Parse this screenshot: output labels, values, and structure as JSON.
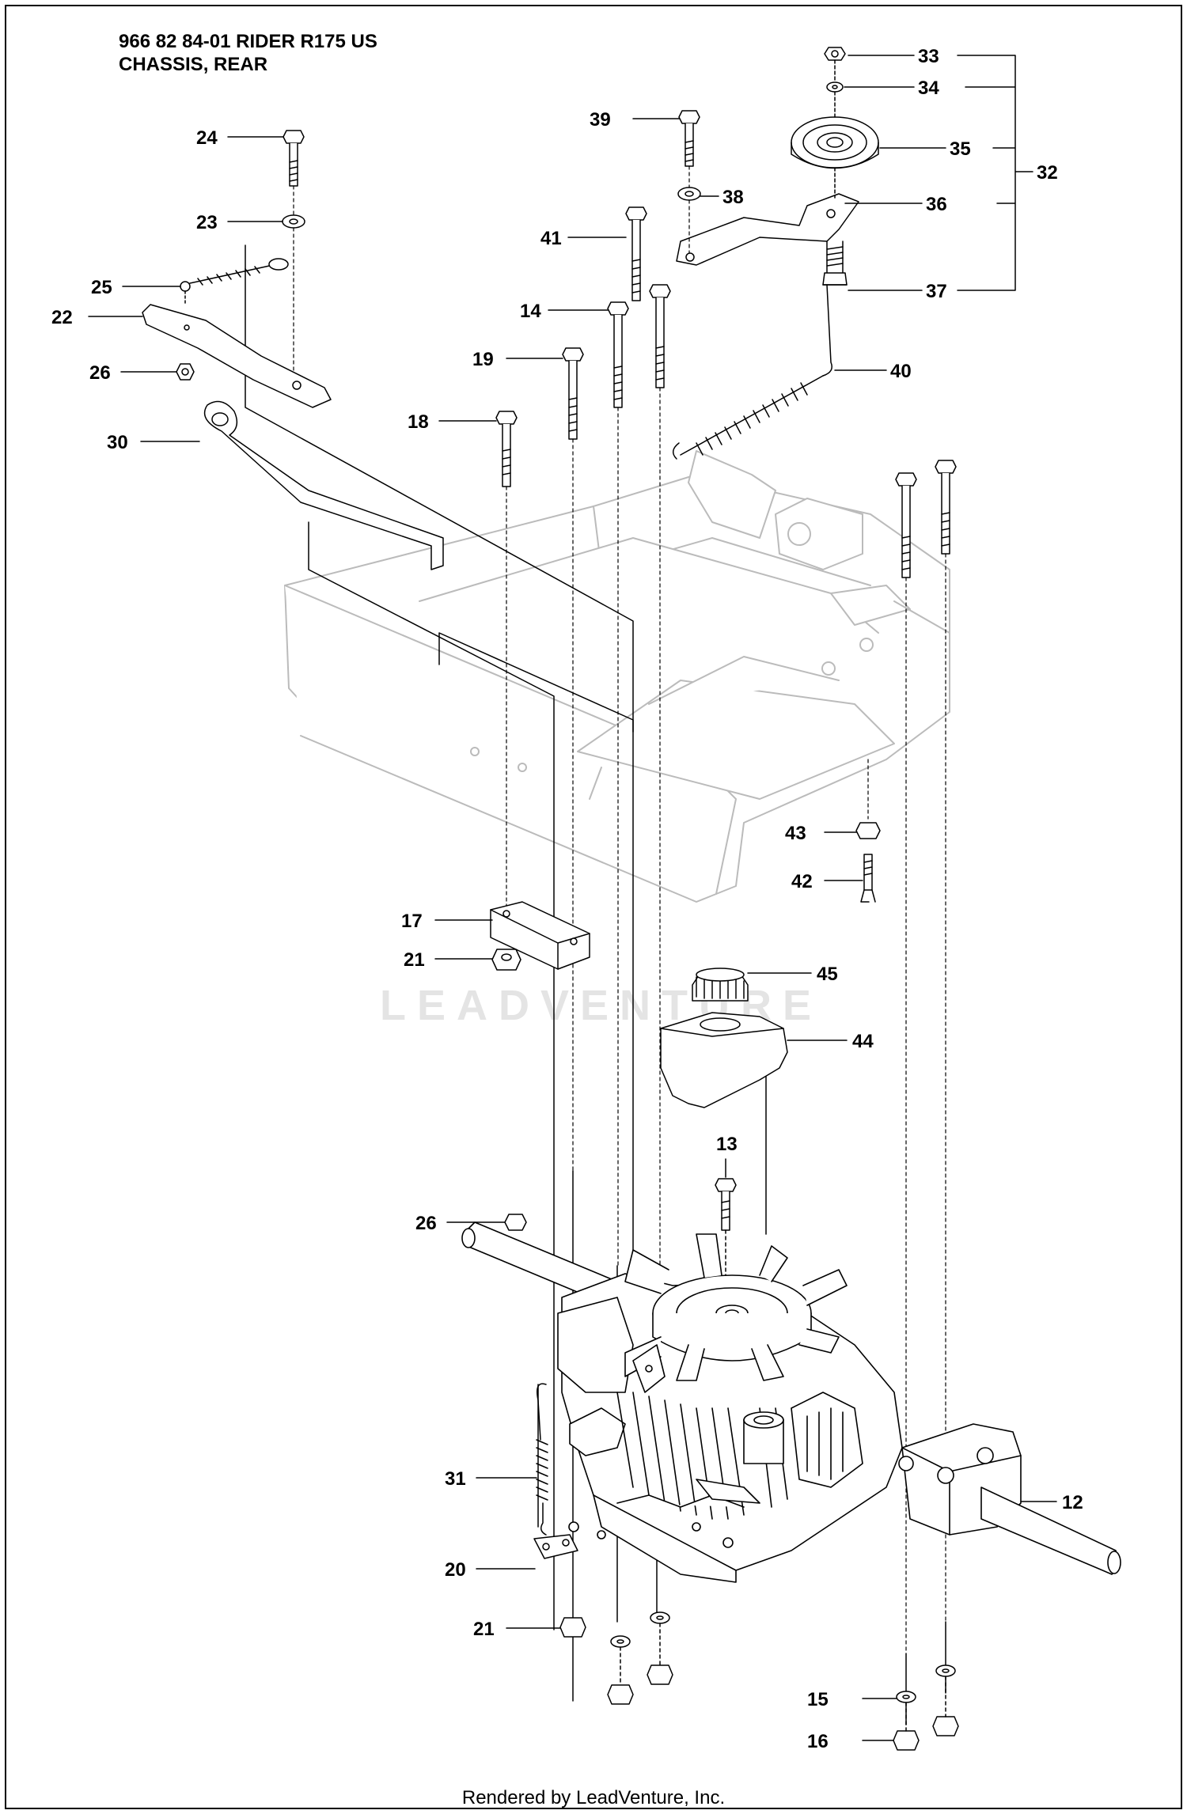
{
  "header": {
    "model_line": "966 82 84-01 RIDER R175 US",
    "section_title": "CHASSIS, REAR"
  },
  "watermark": "LEADVENTURE",
  "footer": "Rendered by LeadVenture, Inc.",
  "callouts": [
    {
      "id": "33",
      "label": "33"
    },
    {
      "id": "34",
      "label": "34"
    },
    {
      "id": "35",
      "label": "35"
    },
    {
      "id": "32",
      "label": "32"
    },
    {
      "id": "36",
      "label": "36"
    },
    {
      "id": "37",
      "label": "37"
    },
    {
      "id": "39",
      "label": "39"
    },
    {
      "id": "38",
      "label": "38"
    },
    {
      "id": "41",
      "label": "41"
    },
    {
      "id": "14",
      "label": "14"
    },
    {
      "id": "19",
      "label": "19"
    },
    {
      "id": "40",
      "label": "40"
    },
    {
      "id": "24",
      "label": "24"
    },
    {
      "id": "23",
      "label": "23"
    },
    {
      "id": "25",
      "label": "25"
    },
    {
      "id": "22",
      "label": "22"
    },
    {
      "id": "26a",
      "label": "26"
    },
    {
      "id": "18",
      "label": "18"
    },
    {
      "id": "30",
      "label": "30"
    },
    {
      "id": "43",
      "label": "43"
    },
    {
      "id": "42",
      "label": "42"
    },
    {
      "id": "17",
      "label": "17"
    },
    {
      "id": "21a",
      "label": "21"
    },
    {
      "id": "45",
      "label": "45"
    },
    {
      "id": "44",
      "label": "44"
    },
    {
      "id": "13",
      "label": "13"
    },
    {
      "id": "26b",
      "label": "26"
    },
    {
      "id": "31",
      "label": "31"
    },
    {
      "id": "12",
      "label": "12"
    },
    {
      "id": "20",
      "label": "20"
    },
    {
      "id": "21b",
      "label": "21"
    },
    {
      "id": "15",
      "label": "15"
    },
    {
      "id": "16",
      "label": "16"
    }
  ]
}
